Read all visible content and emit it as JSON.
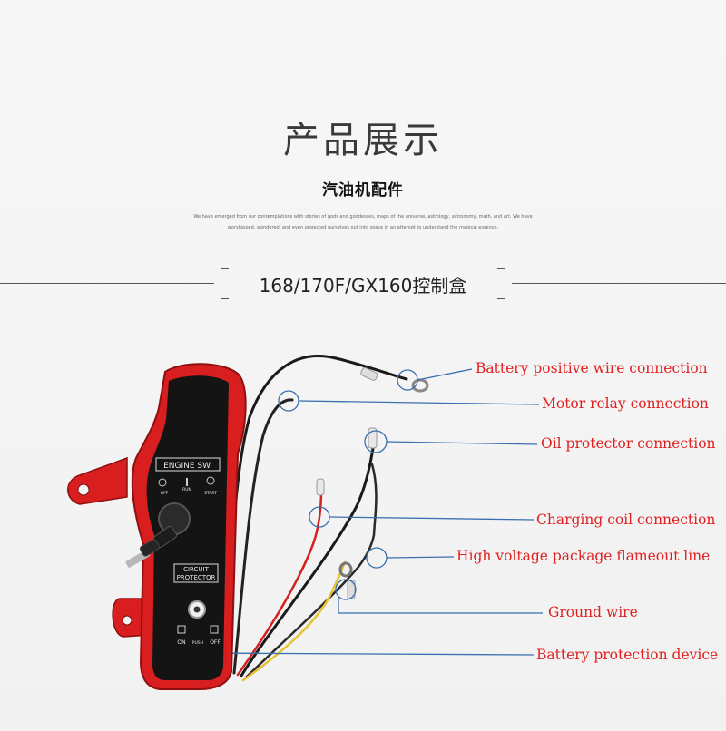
{
  "header": {
    "title": "产品展示",
    "subtitle": "汽油机配件",
    "fine_line_1": "We have emerged from our contemplations with stories of gods and goddesses, maps of the universe, astrology, astronomy, math, and art. We have",
    "fine_line_2": "worshipped, wondered, and even projected ourselves out into space in an attempt to understand the magical essence."
  },
  "model_label": "168/170F/GX160控制盒",
  "panel": {
    "engine_switch": "ENGINE SW.",
    "off": "OFF",
    "run": "RUN",
    "start": "START",
    "circuit": "CIRCUIT",
    "protector": "PROTECTOR",
    "on": "ON",
    "push": "PUSH",
    "off_btn": "OFF"
  },
  "callouts": [
    "Battery positive wire connection",
    "Motor relay connection",
    "Oil protector connection",
    "Charging coil connection",
    "High voltage package flameout line",
    "Ground wire",
    "Battery protection device"
  ],
  "colors": {
    "callout_text": "#e02020",
    "leader_line": "#3a6fb0",
    "housing": "#d81e1e",
    "panel": "#141414"
  }
}
